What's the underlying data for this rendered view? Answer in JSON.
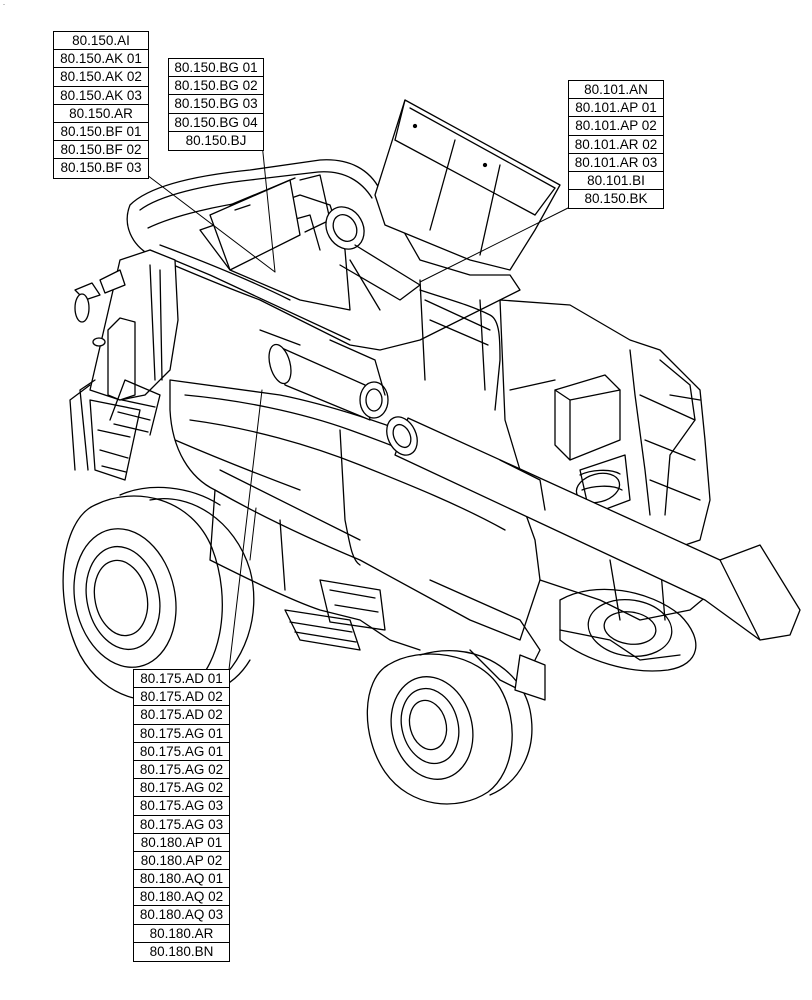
{
  "corner_mark": "-",
  "label_groups": {
    "top_left": [
      "80.150.AI",
      "80.150.AK 01",
      "80.150.AK 02",
      "80.150.AK 03",
      "80.150.AR",
      "80.150.BF 01",
      "80.150.BF 02",
      "80.150.BF 03"
    ],
    "top_center": [
      "80.150.BG 01",
      "80.150.BG 02",
      "80.150.BG 03",
      "80.150.BG 04",
      "80.150.BJ"
    ],
    "top_right": [
      "80.101.AN",
      "80.101.AP 01",
      "80.101.AP 02",
      "80.101.AR 02",
      "80.101.AR 03",
      "80.101.BI",
      "80.150.BK"
    ],
    "bottom_left": [
      "80.175.AD 01",
      "80.175.AD 02",
      "80.175.AD 02",
      "80.175.AG 01",
      "80.175.AG 01",
      "80.175.AG 02",
      "80.175.AG 02",
      "80.175.AG 03",
      "80.175.AG 03",
      "80.180.AP 01",
      "80.180.AP 02",
      "80.180.AQ 01",
      "80.180.AQ 02",
      "80.180.AQ 03",
      "80.180.AR",
      "80.180.BN"
    ]
  }
}
